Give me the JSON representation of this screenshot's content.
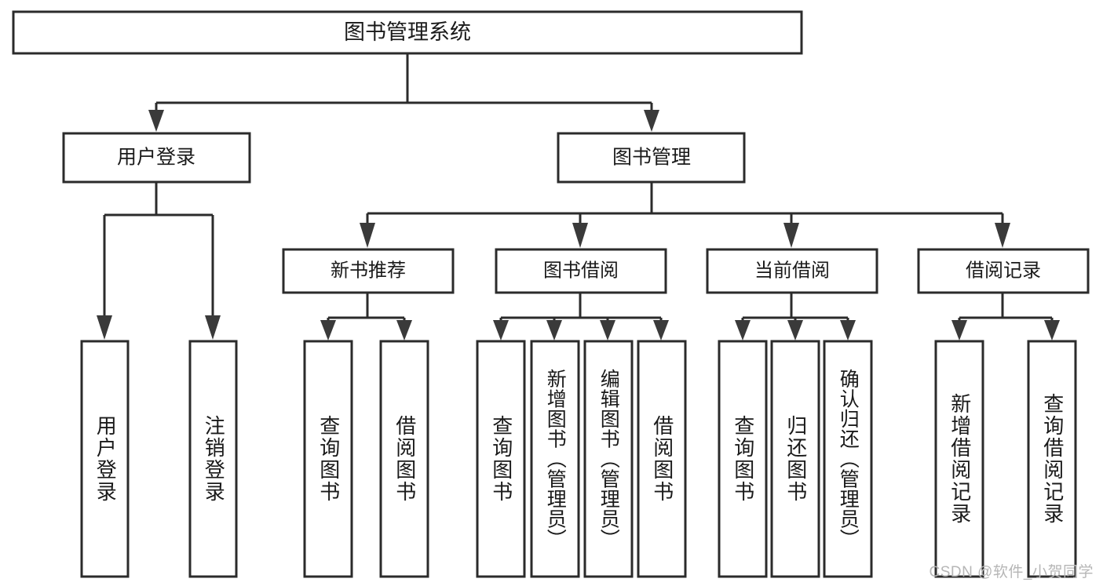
{
  "diagram": {
    "title": "图书管理系统",
    "type": "tree-hierarchy",
    "watermark": "CSDN @软件_小贺同学",
    "colors": {
      "box_stroke": "#2b2b2b",
      "box_fill": "#ffffff",
      "connector": "#2b2b2b",
      "text": "#1a1a1a",
      "watermark": "#b6b6b6",
      "background": "#ffffff"
    },
    "root": {
      "label": "图书管理系统"
    },
    "level1": [
      {
        "label": "用户登录"
      },
      {
        "label": "图书管理"
      }
    ],
    "level2": [
      {
        "label": "新书推荐"
      },
      {
        "label": "图书借阅"
      },
      {
        "label": "当前借阅"
      },
      {
        "label": "借阅记录"
      }
    ],
    "leaves": {
      "user_login": [
        {
          "label": "用户登录"
        },
        {
          "label": "注销登录"
        }
      ],
      "new_book_recommend": [
        {
          "label": "查询图书"
        },
        {
          "label": "借阅图书"
        }
      ],
      "book_borrow": [
        {
          "label": "查询图书"
        },
        {
          "label": "新增图书（管理员）"
        },
        {
          "label": "编辑图书（管理员）"
        },
        {
          "label": "借阅图书"
        }
      ],
      "current_borrow": [
        {
          "label": "查询图书"
        },
        {
          "label": "归还图书"
        },
        {
          "label": "确认归还（管理员）"
        }
      ],
      "borrow_record": [
        {
          "label": "新增借阅记录"
        },
        {
          "label": "查询借阅记录"
        }
      ]
    }
  }
}
